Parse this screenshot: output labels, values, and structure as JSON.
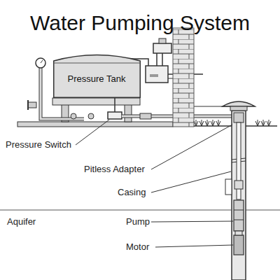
{
  "diagram": {
    "title": "Water Pumping System",
    "nodes": [
      {
        "text": [
          "Pressure Tank"
        ]
      }
    ],
    "labels": [
      "Pressure Switch",
      "Pitless Adapter",
      "Casing",
      "Aquifer",
      "Pump",
      "Motor"
    ]
  }
}
